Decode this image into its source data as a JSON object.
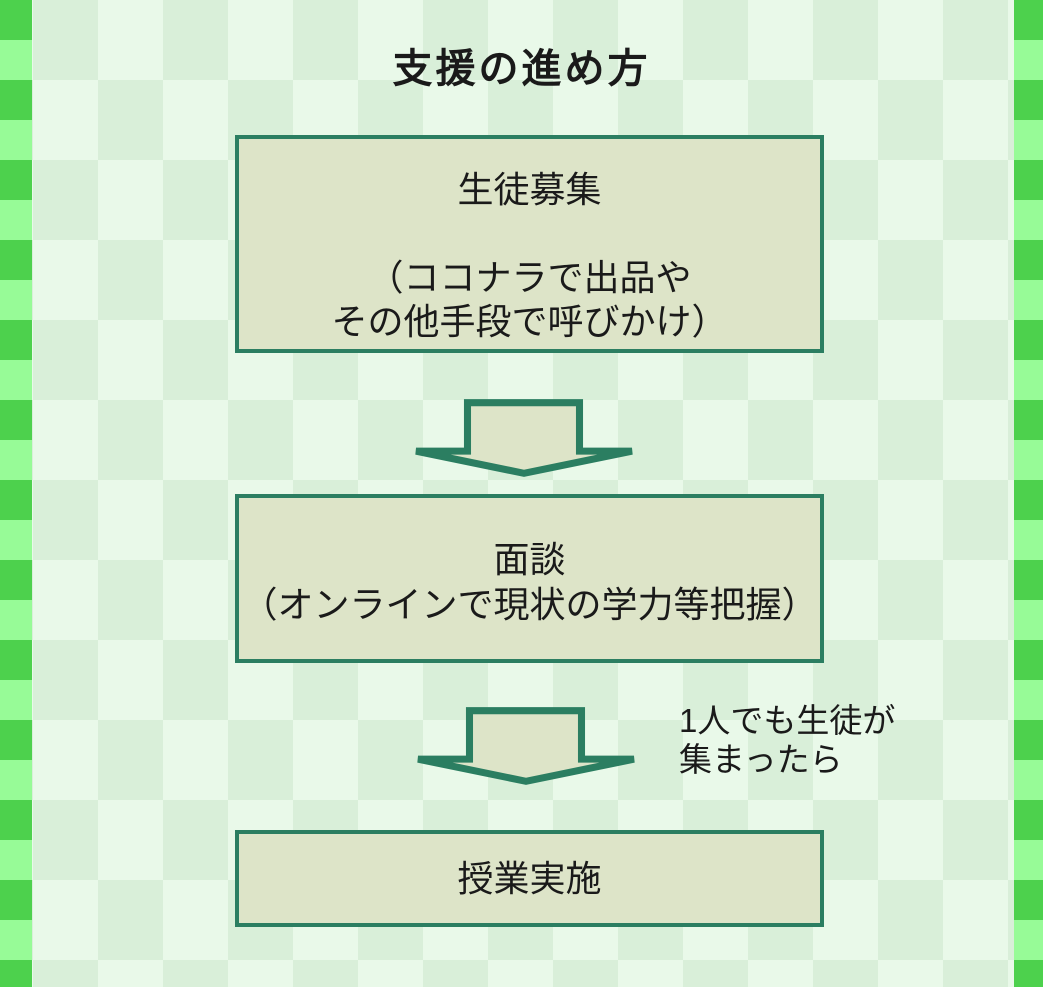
{
  "page": {
    "title": "支援の進め方"
  },
  "colors": {
    "box_border": "#2b7e61",
    "box_fill": "#dde4c8",
    "edge_dark_green": "#4dd14d",
    "edge_light_green": "#97fb97",
    "checker_dark": "#d9efd9",
    "checker_light": "#e9f9e9",
    "text": "#1a1a1a"
  },
  "flowchart": {
    "steps": [
      {
        "id": "student-recruitment",
        "lines": [
          "生徒募集",
          "",
          "（ココナラで出品や",
          "その他手段で呼びかけ）"
        ]
      },
      {
        "id": "interview",
        "lines": [
          "面談",
          "（オンラインで現状の学力等把握）"
        ]
      },
      {
        "id": "lesson-implementation",
        "lines": [
          "授業実施"
        ]
      }
    ],
    "arrows": [
      {
        "id": "arrow-1",
        "direction": "down",
        "note_lines": []
      },
      {
        "id": "arrow-2",
        "direction": "down",
        "note_lines": [
          "1人でも生徒が",
          "集まったら"
        ]
      }
    ]
  }
}
